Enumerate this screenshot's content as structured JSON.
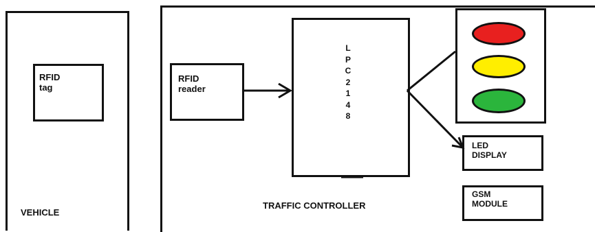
{
  "vehicle": {
    "label": "VEHICLE",
    "tag_lines": [
      "RFID",
      "tag"
    ]
  },
  "controller": {
    "label": "TRAFFIC CONTROLLER",
    "reader_lines": [
      "RFID",
      "reader"
    ],
    "mcu_letters": [
      "L",
      "P",
      "C",
      "2",
      "1",
      "4",
      "8"
    ],
    "led_lines": [
      "LED",
      "DISPLAY"
    ],
    "gsm_lines": [
      "GSM",
      "MODULE"
    ]
  },
  "traffic_light": {
    "lamps": [
      {
        "name": "red-lamp",
        "color": "#e8201f"
      },
      {
        "name": "yellow-lamp",
        "color": "#ffee00"
      },
      {
        "name": "green-lamp",
        "color": "#2bb53c"
      }
    ]
  },
  "colors": {
    "line": "#111111",
    "background": "#ffffff"
  }
}
